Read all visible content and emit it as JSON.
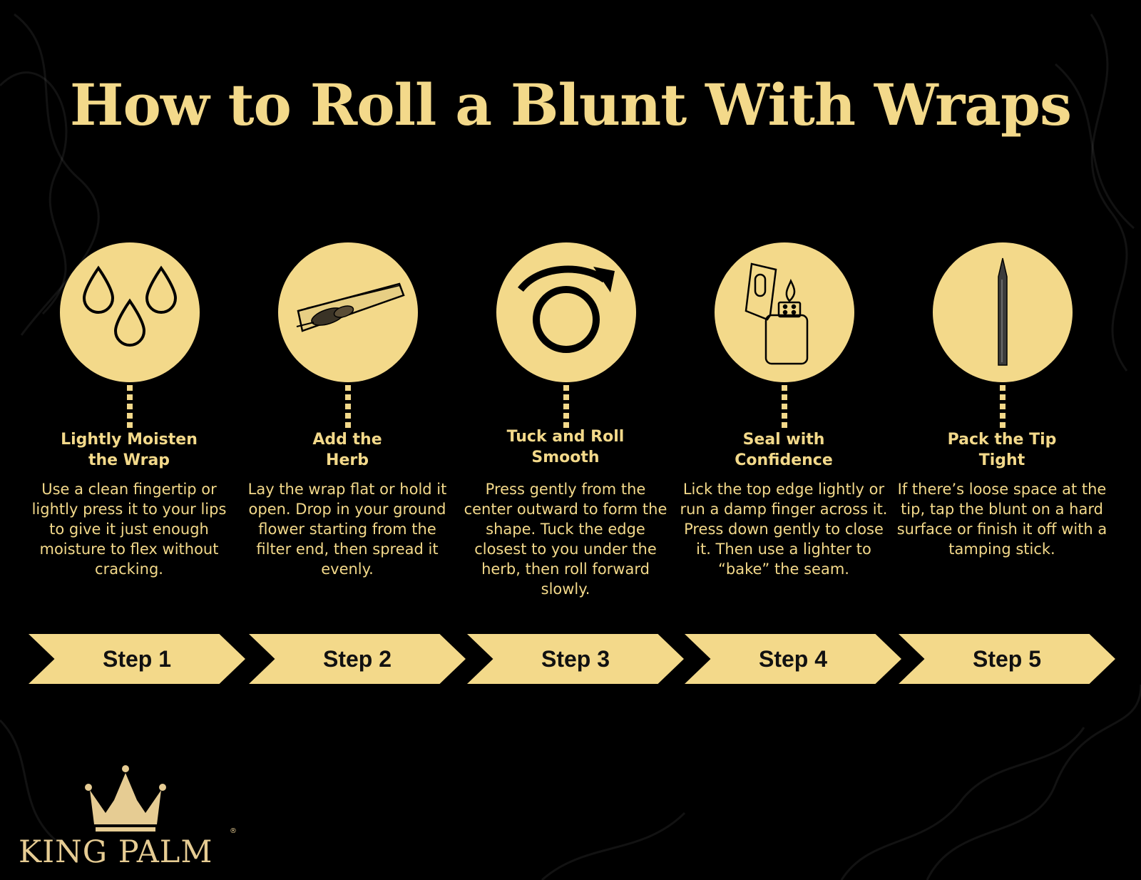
{
  "title": "How to Roll a Blunt With Wraps",
  "colors": {
    "accent": "#f3d98a",
    "background": "#000000",
    "text_dark": "#111111"
  },
  "steps": [
    {
      "icon": "water-drops-icon",
      "title": "Lightly Moisten\nthe Wrap",
      "description": "Use a clean fingertip or lightly press it to your lips to give it just enough moisture to flex without cracking.",
      "label": "Step 1"
    },
    {
      "icon": "open-wrap-icon",
      "title": "Add the\nHerb",
      "description": "Lay the wrap flat or hold it open. Drop in your ground flower starting from the filter end, then spread it evenly.",
      "label": "Step 2"
    },
    {
      "icon": "roll-arrow-icon",
      "title": "Tuck and Roll\nSmooth",
      "description": "Press gently from the center outward to form the shape. Tuck the edge closest to you under the herb, then roll forward slowly.",
      "label": "Step 3"
    },
    {
      "icon": "lighter-icon",
      "title": "Seal with\nConfidence",
      "description": "Lick the top edge lightly or run a damp finger across it. Press down gently to close it. Then use a lighter to “bake” the seam.",
      "label": "Step 4"
    },
    {
      "icon": "tamping-stick-icon",
      "title": "Pack the Tip\nTight",
      "description": "If there’s loose space at the tip, tap the blunt on a hard surface or finish it off with a tamping stick.",
      "label": "Step 5"
    }
  ],
  "brand": {
    "name": "KING PALM",
    "registered_mark": "®",
    "logo_icon": "crown-icon"
  }
}
